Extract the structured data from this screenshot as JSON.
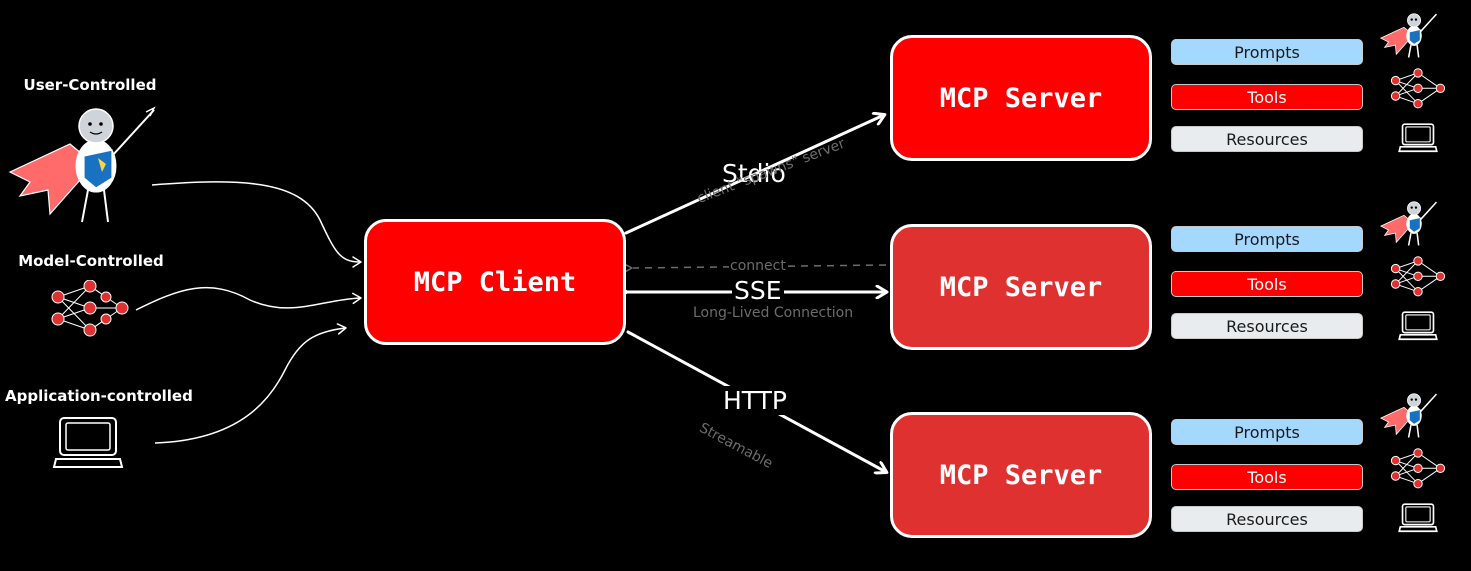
{
  "client": {
    "label": "MCP Client"
  },
  "servers": [
    {
      "label": "MCP Server"
    },
    {
      "label": "MCP Server"
    },
    {
      "label": "MCP Server"
    }
  ],
  "capabilities": {
    "prompts": "Prompts",
    "tools": "Tools",
    "resources": "Resources"
  },
  "controls": {
    "user": "User-Controlled",
    "model": "Model-Controlled",
    "application": "Application-controlled"
  },
  "transports": {
    "stdio": "Stdio",
    "stdio_note": "client \"spawns\" server",
    "connect_note": "connect",
    "sse": "SSE",
    "sse_note": "Long-Lived Connection",
    "http": "HTTP",
    "http_note": "Streamable"
  },
  "colors": {
    "background": "#000000",
    "client": "#ff0000",
    "server_primary": "#ff0000",
    "server_secondary": "#e03131",
    "prompts": "#a5d8ff",
    "tools": "#ff0000",
    "resources": "#e9ecef",
    "network_node": "#e03131",
    "shield": "#1971c2"
  },
  "icons": [
    "superhero-icon",
    "neural-network-icon",
    "laptop-icon"
  ]
}
